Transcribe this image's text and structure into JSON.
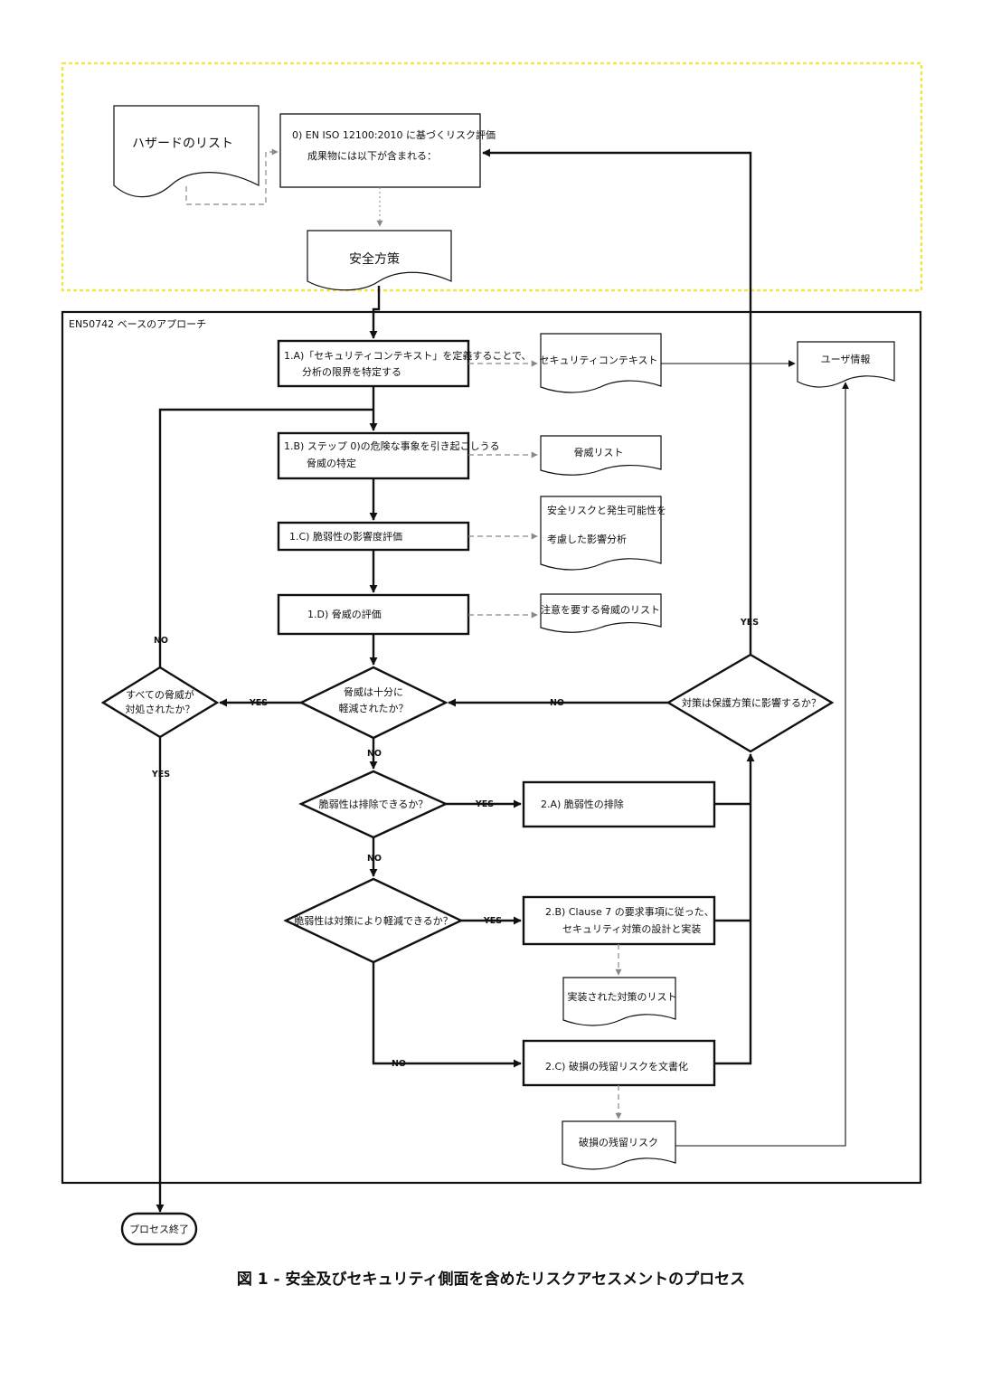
{
  "hazard_list": "ハザードのリスト",
  "step0": {
    "line1": "0) EN ISO 12100:2010 に基づくリスク評価",
    "line2": "成果物には以下が含まれる："
  },
  "safety_measures": "安全方策",
  "approach_title": "EN50742 ベースのアプローチ",
  "step1a": {
    "line1": "1.A)「セキュリティコンテキスト」を定義することで、",
    "line2": "分析の限界を特定する"
  },
  "security_context": "セキュリティコンテキスト",
  "user_info": "ユーザ情報",
  "step1b": {
    "line1": "1.B) ステップ 0)の危険な事象を引き起こしうる",
    "line2": "脅威の特定"
  },
  "threat_list": "脅威リスト",
  "step1c": "1.C) 脆弱性の影響度評価",
  "impact_doc": {
    "line1": "安全リスクと発生可能性を",
    "line2": "考慮した影響分析"
  },
  "step1d": "1.D) 脅威の評価",
  "attention_list": "注意を要する脅威のリスト",
  "d_all": {
    "line1": "すべての脅威が",
    "line2": "対処されたか？"
  },
  "d_reduced": {
    "line1": "脅威は十分に",
    "line2": "軽減されたか？"
  },
  "d_protect": "対策は保護方策に影響するか？",
  "d_eliminate": "脆弱性は排除できるか？",
  "d_mitigate": "脆弱性は対策により軽減できるか？",
  "step2a": "2.A) 脆弱性の排除",
  "step2b": {
    "line1": "2.B) Clause 7 の要求事項に従った、",
    "line2": "セキュリティ対策の設計と実装"
  },
  "implemented_list": "実装された対策のリスト",
  "step2c": "2.C) 破損の残留リスクを文書化",
  "residual_risk": "破損の残留リスク",
  "process_end": "プロセス終了",
  "labels": {
    "yes": "YES",
    "no": "NO"
  },
  "caption": "図 1 - 安全及びセキュリティ側面を含めたリスクアセスメントのプロセス",
  "colors": {
    "highlight_border": "#f0e64a",
    "line": "#111111",
    "dashed": "#888888"
  }
}
